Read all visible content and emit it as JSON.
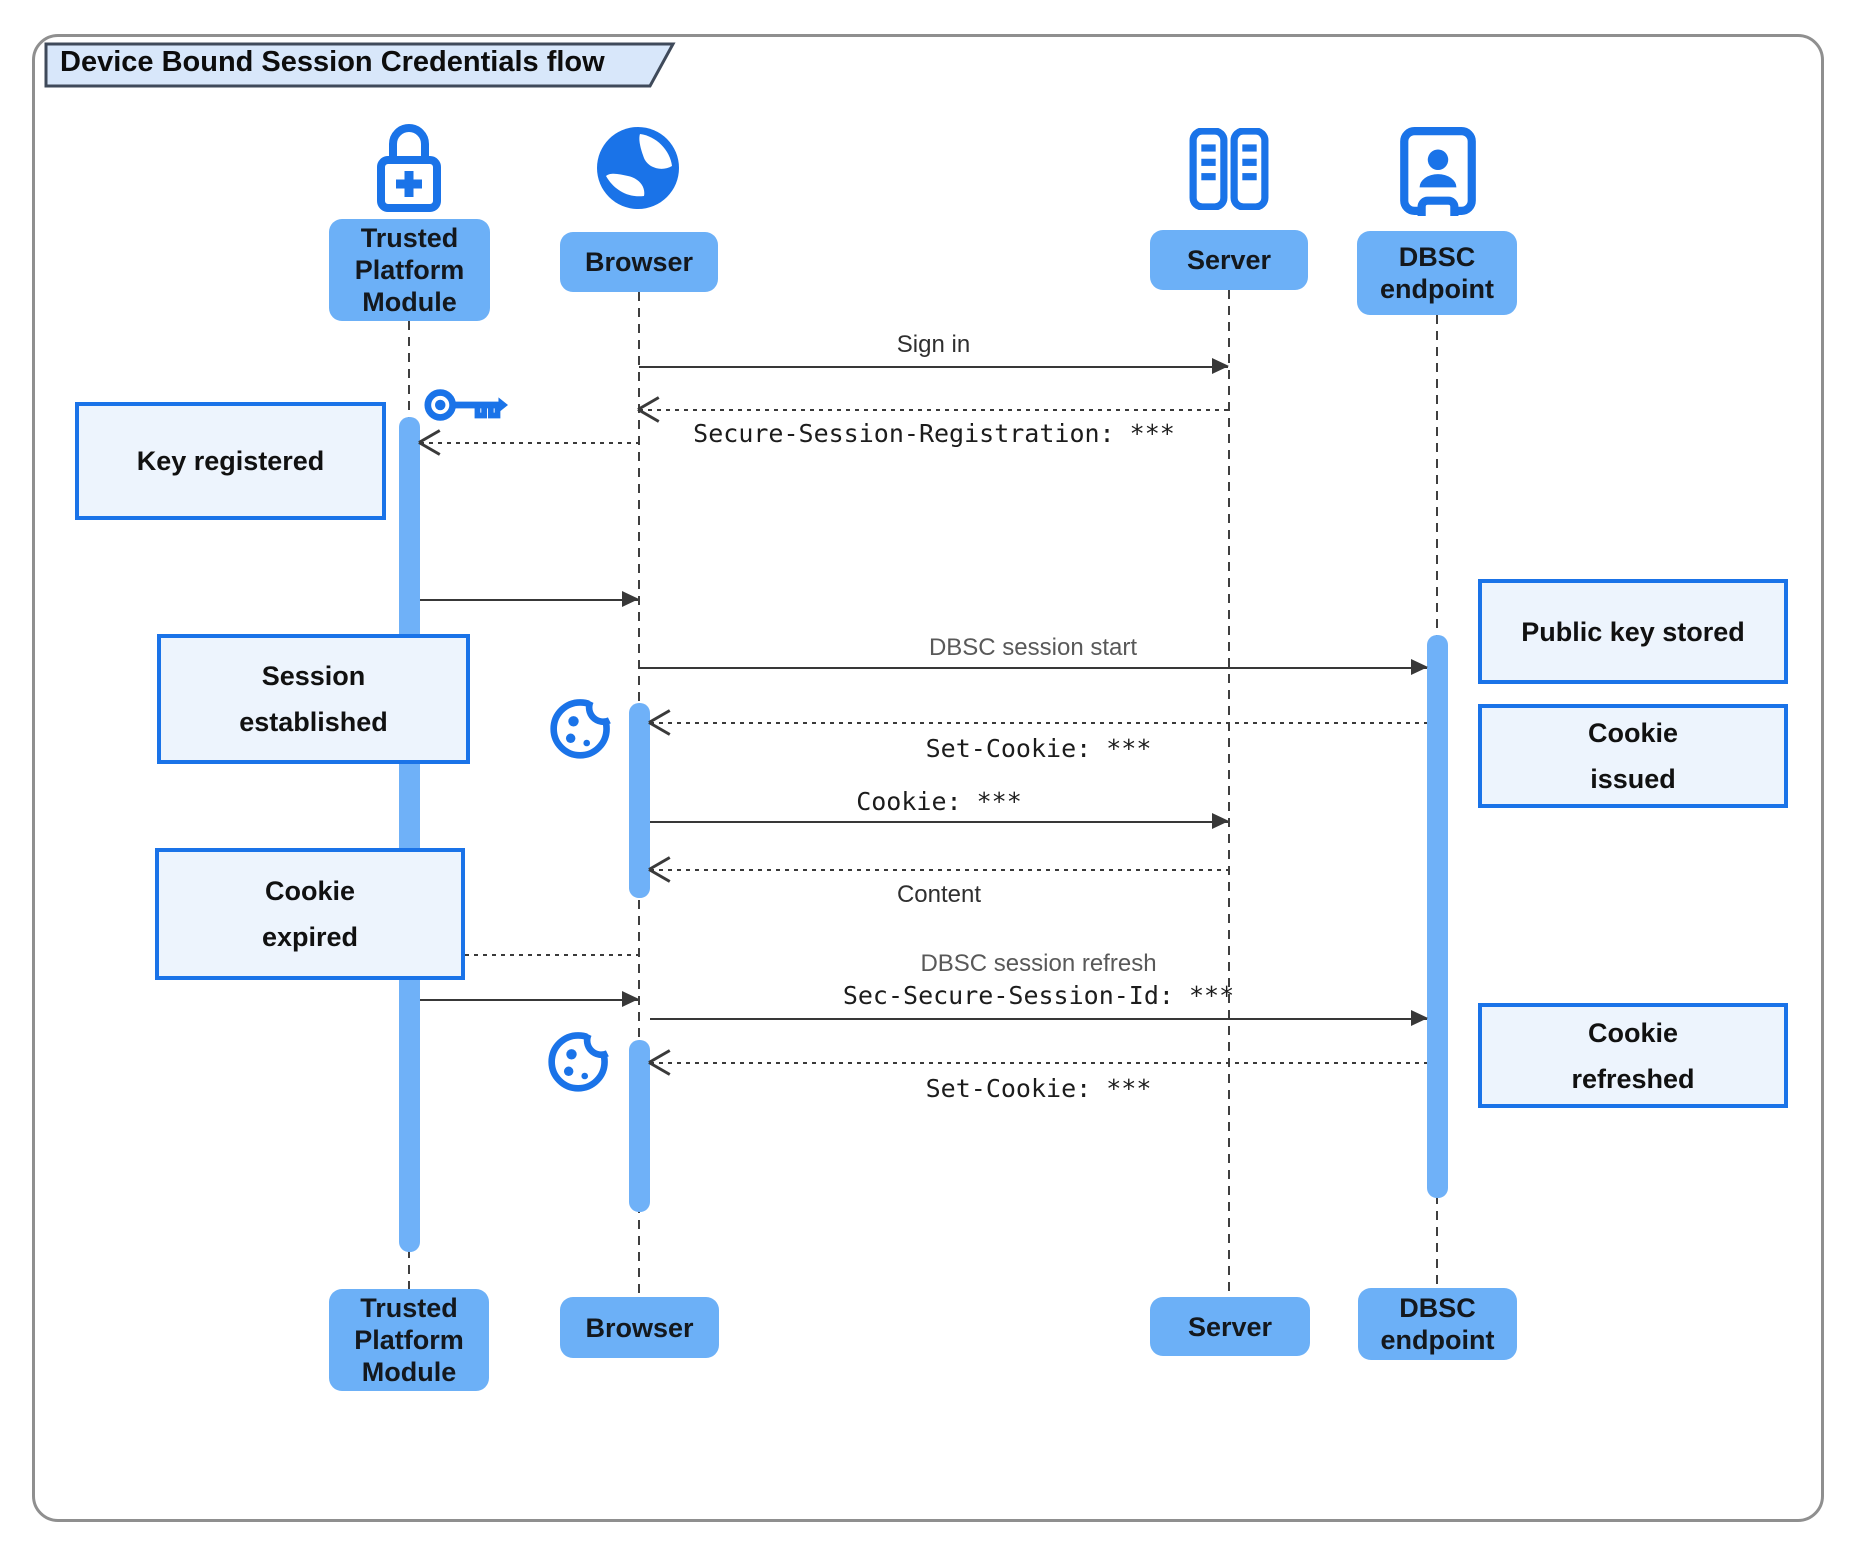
{
  "title": "Device Bound Session Credentials flow",
  "participants": {
    "tpm": {
      "lines": [
        "Trusted",
        "Platform",
        "Module"
      ],
      "icon": "lock-plus-icon"
    },
    "browser": {
      "lines": [
        "Browser"
      ],
      "icon": "globe-icon"
    },
    "server": {
      "lines": [
        "Server"
      ],
      "icon": "server-racks-icon"
    },
    "dbsc": {
      "lines": [
        "DBSC",
        "endpoint"
      ],
      "icon": "door-user-icon"
    }
  },
  "messages": {
    "sign_in": "Sign in",
    "secure_session_registration": "Secure-Session-Registration: ***",
    "dbsc_session_start": "DBSC session start",
    "set_cookie_1": "Set-Cookie: ***",
    "cookie": "Cookie: ***",
    "content": "Content",
    "dbsc_session_refresh": "DBSC session refresh",
    "sec_secure_session_id": "Sec-Secure-Session-Id: ***",
    "set_cookie_2": "Set-Cookie: ***"
  },
  "notes": {
    "key_registered": "Key registered",
    "session_established": {
      "lines": [
        "Session",
        "established"
      ]
    },
    "cookie_expired": {
      "lines": [
        "Cookie",
        "expired"
      ]
    },
    "public_key_stored": "Public key stored",
    "cookie_issued": {
      "lines": [
        "Cookie",
        "issued"
      ]
    },
    "cookie_refreshed": {
      "lines": [
        "Cookie",
        "refreshed"
      ]
    }
  },
  "colors": {
    "accent_blue": "#1a73e8",
    "participant_fill": "#6cb0f7",
    "activation_fill": "#6fb1f8",
    "note_fill": "#edf4fd",
    "note_border": "#1a73e8",
    "title_tab_fill": "#d8e7fa",
    "title_tab_border": "#3f4a5a",
    "line_color": "#383838"
  }
}
